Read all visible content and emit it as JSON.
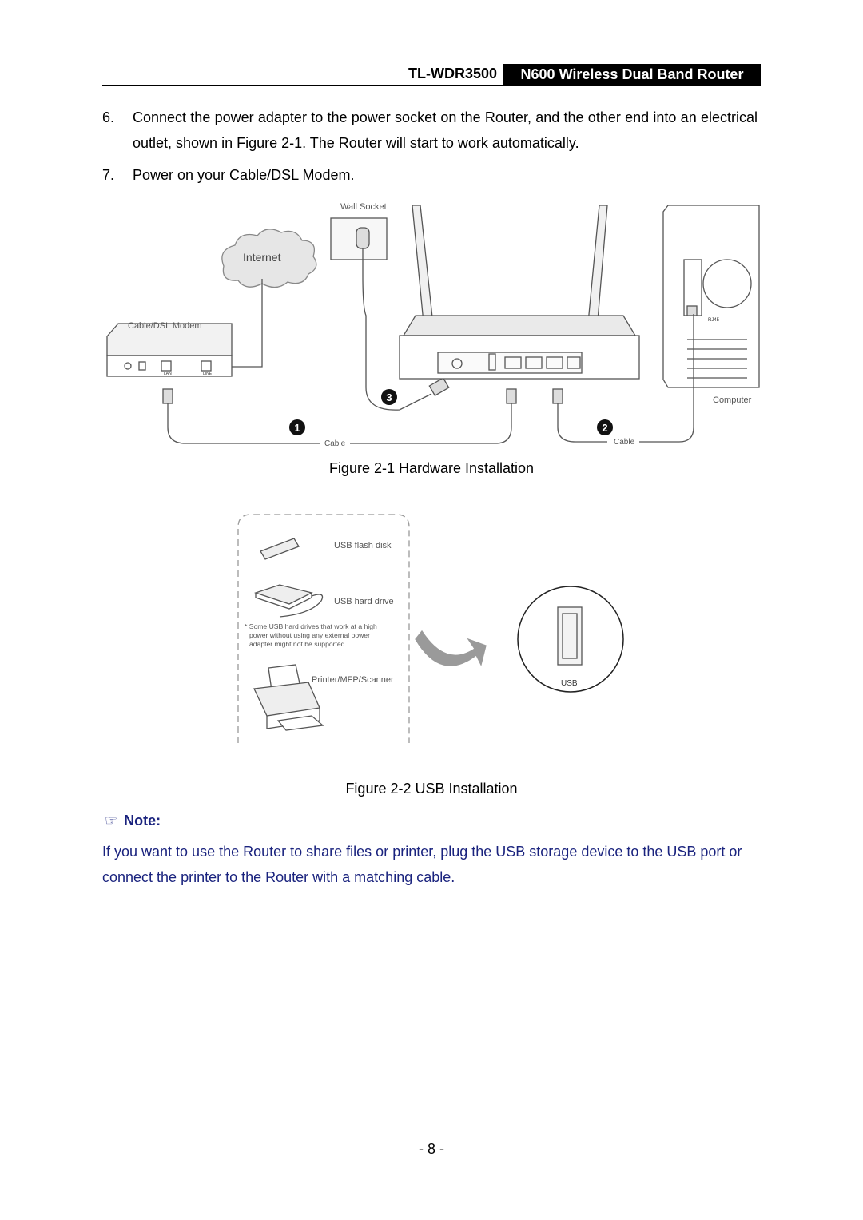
{
  "header": {
    "model": "TL-WDR3500",
    "product": "N600 Wireless Dual Band Router"
  },
  "steps": [
    {
      "num": "6.",
      "text": "Connect the power adapter to the power socket on the Router, and the other end into an electrical outlet, shown in Figure 2-1. The Router will start to work automatically."
    },
    {
      "num": "7.",
      "text": "Power on your Cable/DSL Modem."
    }
  ],
  "figure1": {
    "caption": "Figure 2-1 Hardware Installation",
    "labels": {
      "wall_socket": "Wall Socket",
      "internet": "Internet",
      "modem": "Cable/DSL Modem",
      "computer": "Computer",
      "cable1": "Cable",
      "cable2": "Cable",
      "lan": "LAN",
      "line": "LINE",
      "rj45": "RJ45",
      "step1": "1",
      "step2": "2",
      "step3": "3"
    }
  },
  "figure2": {
    "caption": "Figure 2-2 USB Installation",
    "labels": {
      "flash_disk": "USB flash disk",
      "hard_drive": "USB hard drive",
      "note_line1": "* Some USB hard drives that work at a high",
      "note_line2": "power without using any external power",
      "note_line3": "adapter might not be supported.",
      "printer": "Printer/MFP/Scanner",
      "usb_port": "USB"
    }
  },
  "note": {
    "title": "Note:",
    "body": "If you want to use the Router to share files or printer, plug the USB storage device to the USB port or connect the printer to the Router with a matching cable."
  },
  "page_number": "- 8 -"
}
